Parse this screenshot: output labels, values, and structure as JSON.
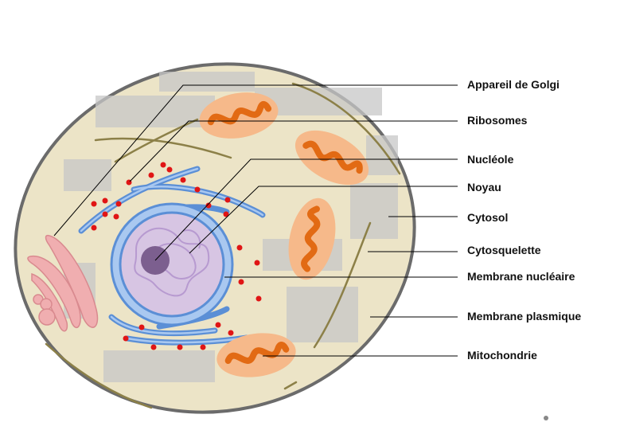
{
  "labels": {
    "golgi": "Appareil de Golgi",
    "ribosomes": "Ribosomes",
    "nucleole": "Nucléole",
    "noyau": "Noyau",
    "cytosol": "Cytosol",
    "cytosquelette": "Cytosquelette",
    "membrane_nucleaire": "Membrane nucléaire",
    "membrane_plasmique": "Membrane plasmique",
    "mitochondrie": "Mitochondrie"
  },
  "colors": {
    "cytoplasm": "#ece4c7",
    "cell_outline": "#6b6b6b",
    "nucleus_fill": "#d7c5e3",
    "nucleolus": "#7c5f8f",
    "er_blue": "#5b8fd6",
    "mito_outer": "#f6b98a",
    "mito_inner": "#e26a14",
    "golgi_pink": "#f0aeb0",
    "ribosome_red": "#e01515",
    "cytoskeleton": "#8c8048"
  }
}
